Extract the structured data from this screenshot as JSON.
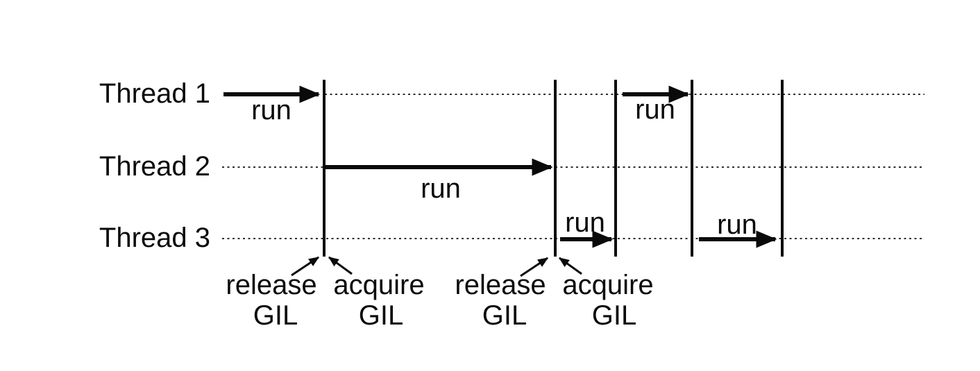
{
  "threads": [
    {
      "label": "Thread 1"
    },
    {
      "label": "Thread 2"
    },
    {
      "label": "Thread 3"
    }
  ],
  "runs": [
    {
      "label": "run"
    },
    {
      "label": "run"
    },
    {
      "label": "run"
    },
    {
      "label": "run"
    },
    {
      "label": "run"
    }
  ],
  "gil_events": [
    {
      "action": "release",
      "object": "GIL"
    },
    {
      "action": "acquire",
      "object": "GIL"
    },
    {
      "action": "release",
      "object": "GIL"
    },
    {
      "action": "acquire",
      "object": "GIL"
    }
  ],
  "colors": {
    "ink": "#0a0a0a",
    "dotted_line": "#2e2e2e",
    "background": "#ffffff"
  }
}
